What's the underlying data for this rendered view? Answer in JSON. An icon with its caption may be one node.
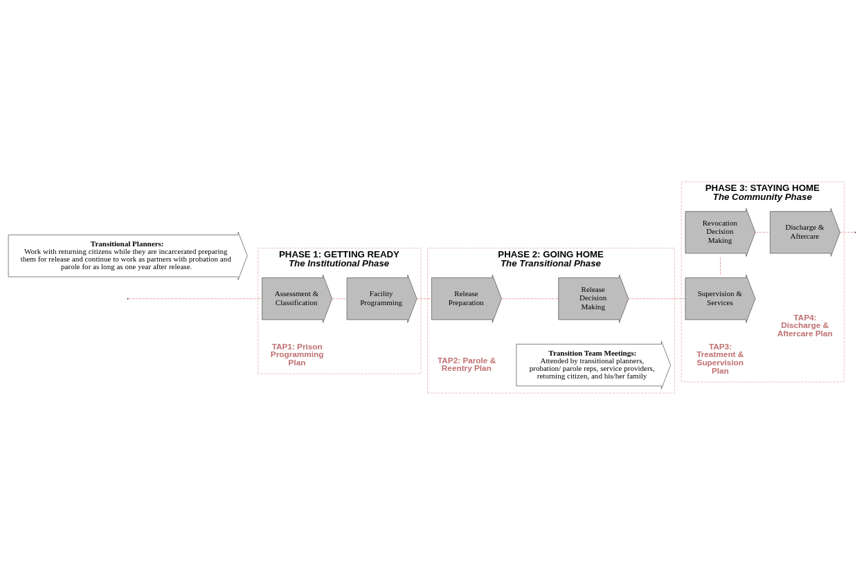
{
  "diagram": {
    "nodes": [
      {
        "text": [
          "PHASE 1: GETTING READY",
          "The Institutional Phase"
        ]
      },
      {
        "text": [
          "Assessment & Classification"
        ],
        "in": 0
      },
      {
        "text": [
          "Facility Programming"
        ],
        "in": 0
      },
      {
        "text": [
          "PHASE 2: GOING HOME",
          "The Transitional Phase"
        ]
      },
      {
        "text": [
          "Release Preparation"
        ],
        "in": 3
      },
      {
        "text": [
          "Release Decision Making"
        ],
        "in": 3
      },
      {
        "text": [
          "Transition Team Meetings:",
          "Attended by transitional planners, probation/ parole reps, service providers, returning citizen, and his/her family"
        ],
        "in": 3
      },
      {
        "text": [
          "PHASE 3: STAYING HOME",
          "The Community Phase"
        ]
      },
      {
        "text": [
          "Supervision & Services"
        ],
        "in": 7
      },
      {
        "text": [
          "Revocation Decision Making"
        ],
        "in": 7
      },
      {
        "text": [
          "Discharge & Aftercare"
        ],
        "in": 7
      },
      {
        "text": [
          "Transitional Planners:",
          "Work with returning citizens while they are incarcerated preparing them for release and continue to work as partners with probation and parole for as long as one year after release."
        ]
      }
    ],
    "edges": [
      {
        "from": null,
        "to": 1,
        "arrow": "none",
        "style": "dashed"
      },
      {
        "from": 1,
        "to": 2,
        "arrow": "none",
        "style": "dashed"
      },
      {
        "from": 2,
        "to": 4,
        "arrow": "none",
        "style": "dashed"
      },
      {
        "from": 4,
        "to": 5,
        "arrow": "none",
        "style": "dashed"
      },
      {
        "from": 5,
        "to": 8,
        "arrow": "none",
        "style": "dashed"
      },
      {
        "from": 8,
        "to": 9,
        "arrow": "none",
        "style": "dashed"
      },
      {
        "from": 9,
        "to": 10,
        "arrow": "none",
        "style": "dashed"
      },
      {
        "from": 10,
        "to": null,
        "arrow": "none",
        "style": "dashed"
      }
    ],
    "labels": [
      "TAP1: Prison Programming Plan",
      "TAP2: Parole & Reentry Plan",
      "TAP3: Treatment & Supervision Plan",
      "TAP4: Discharge & Aftercare Plan"
    ]
  }
}
